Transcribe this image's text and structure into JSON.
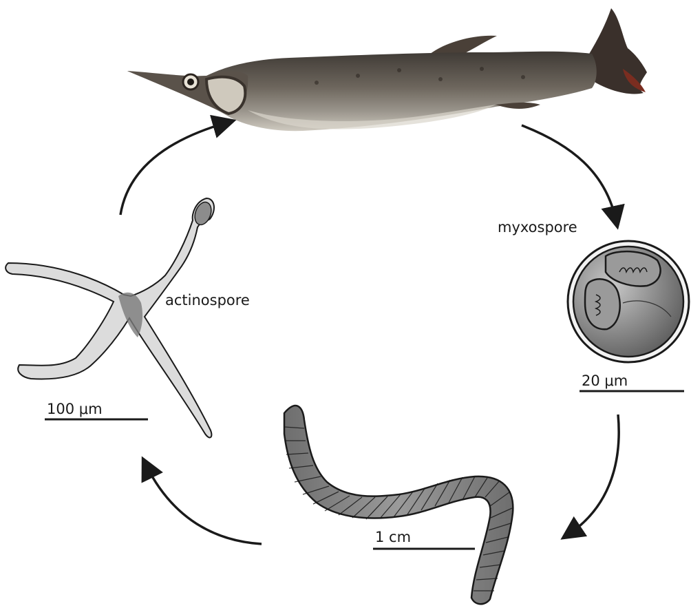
{
  "labels": {
    "myxospore": "myxospore",
    "actinospore": "actinospore"
  },
  "scale_bars": {
    "myxospore": "20 μm",
    "actinospore": "100 μm",
    "worm": "1 cm"
  },
  "colors": {
    "arrow": "#1a1a1a",
    "fish_body": "#5b5249",
    "fish_belly": "#bdb8b0",
    "spore_fill": "#8c8c8c",
    "actino_fill": "#dcdcdc",
    "worm_fill": "#7f7f7f"
  }
}
